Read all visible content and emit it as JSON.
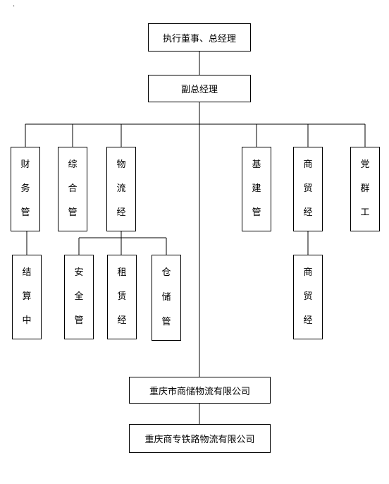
{
  "corner_mark": ".",
  "nodes": {
    "ceo": "执行董事、总经理",
    "vp": "副总经理",
    "finance": [
      "财",
      "务",
      "管"
    ],
    "general": [
      "综",
      "合",
      "管"
    ],
    "logistics": [
      "物",
      "流",
      "经"
    ],
    "construction": [
      "基",
      "建",
      "管"
    ],
    "trade": [
      "商",
      "贸",
      "经"
    ],
    "party": [
      "党",
      "群",
      "工"
    ],
    "settlement": [
      "结",
      "算",
      "中"
    ],
    "safety": [
      "安",
      "全",
      "管"
    ],
    "leasing": [
      "租",
      "赁",
      "经"
    ],
    "warehouse": [
      "仓",
      "储",
      "管"
    ],
    "trade_sub": [
      "商",
      "贸",
      "经"
    ],
    "company1": "重庆市商储物流有限公司",
    "company2": "重庆商专铁路物流有限公司"
  }
}
